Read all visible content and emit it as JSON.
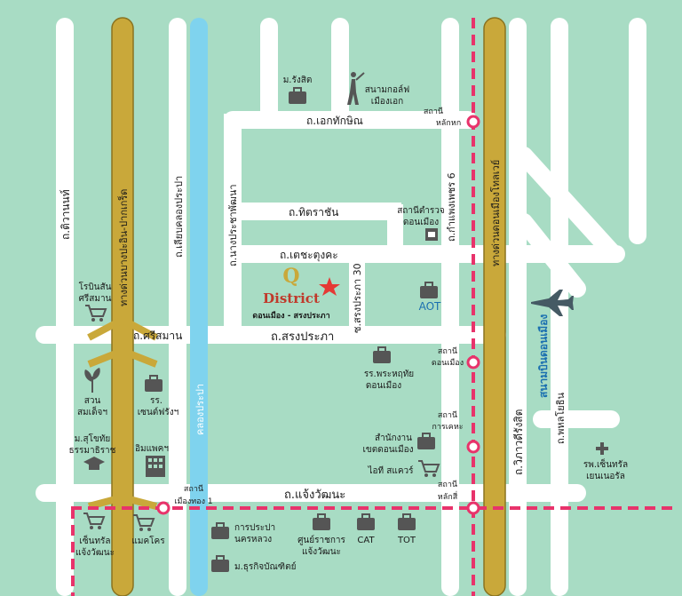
{
  "colors": {
    "background": "#a8dcc4",
    "road": "#ffffff",
    "expressway": "#c9a83a",
    "canal": "#7fd3ee",
    "rail": "#e8336b",
    "brand": "#c0392b",
    "poi_icon": "#555555",
    "aot_label": "#1a6fb0"
  },
  "roads": {
    "tiwanon": "ถ.ติวานนท์",
    "expressway_west": "ทางด่วนบางปะอิน-ปากเกร็ด",
    "liap_khlong": "ถ.เลียบคลองประปา",
    "nangprachapattana": "ถ.นางประชาพัฒนา",
    "ekathachin": "ถ.เอกทักษิณ",
    "thitrachan": "ถ.ทิตราชัน",
    "techatungkha": "ถ.เตชะตุงคะ",
    "songprapa30": "ซ.สรงประภา 30",
    "kamphaengphet6": "ถ.กำแพงเพชร 6",
    "tollway": "ทางด่วนดอนเมืองโทลเวย์",
    "vibhavadi": "ถ.วิภาวดีรังสิต",
    "phahonyothin": "ถ.พหลโยธิน",
    "srisaman": "ถ.ศรีสมาน",
    "songprapa": "ถ.สรงประภา",
    "chaengwattana": "ถ.แจ้งวัฒนะ",
    "canal": "คลองประปา"
  },
  "stations": {
    "lak_hok": {
      "line1": "สถานี",
      "line2": "หลักหก"
    },
    "don_mueang": {
      "line1": "สถานี",
      "line2": "ดอนเมือง"
    },
    "kan_kheha": {
      "line1": "สถานี",
      "line2": "การเคหะ"
    },
    "lak_si": {
      "line1": "สถานี",
      "line2": "หลักสี่"
    },
    "mueang_thong": {
      "line1": "สถานี",
      "line2": "เมืองทอง 1"
    }
  },
  "brand": {
    "logo": "Q",
    "name": "District",
    "subtitle": "ดอนเมือง - สรงประภา"
  },
  "pois": {
    "rangsit_univ": "ม.รังสิต",
    "golf": {
      "line1": "สนามกอล์ฟ",
      "line2": "เมืองเอก"
    },
    "police": {
      "line1": "สถานีตำรวจ",
      "line2": "ดอนเมือง"
    },
    "aot": "AOT",
    "robinson": {
      "line1": "โรบินสัน",
      "line2": "ศรีสมาน"
    },
    "park": {
      "line1": "สวน",
      "line2": "สมเด็จฯ"
    },
    "stjohn_school": {
      "line1": "รร.",
      "line2": "เซนต์ฟรังฯ"
    },
    "stc_univ": {
      "line1": "ม.สุโขทัย",
      "line2": "ธรรมาธิราช"
    },
    "impact": "อิมแพคฯ",
    "pradit_school": {
      "line1": "รร.พระหฤทัย",
      "line2": "ดอนเมือง"
    },
    "district_office": {
      "line1": "สำนักงาน",
      "line2": "เขตดอนเมือง"
    },
    "it_square": "ไอที สแควร์",
    "airport": "สนามบินดอนเมือง",
    "hospital": {
      "line1": "รพ.เซ็นทรัล",
      "line2": "เยนเนอรัล"
    },
    "central_chaeng": {
      "line1": "เซ็นทรัล",
      "line2": "แจ้งวัฒนะ"
    },
    "makro": "แมคโคร",
    "mwa": {
      "line1": "การประปา",
      "line2": "นครหลวง"
    },
    "gov_center": {
      "line1": "ศูนย์ราชการ",
      "line2": "แจ้งวัฒนะ"
    },
    "cat": "CAT",
    "tot": "TOT",
    "dpu": "ม.ธุรกิจบัณฑิตย์"
  }
}
